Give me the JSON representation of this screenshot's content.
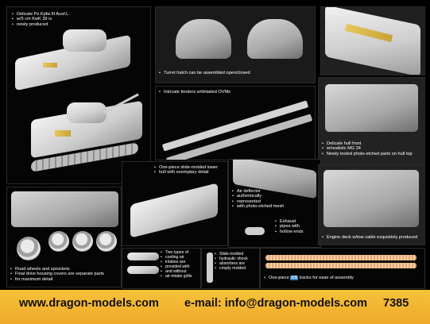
{
  "captions": {
    "delicate_lines": [
      "Delicate Pz.Kpfw.III Ausf.L",
      "w/5 cm KwK 39 is",
      "newly produced"
    ],
    "turret_hatch": "Turret hatch can be assembled open/closed",
    "fenders": "Intricate fenders w/detailed OVMs",
    "hull_front": [
      "Delicate hull front",
      "w/realistic MG 34"
    ],
    "photo_etched_hull": "Newly tooled photo-etched parts on hull top",
    "lower_hull": [
      "One-piece slide-molded lower",
      "hull with exemplary detail"
    ],
    "air_deflector": [
      "Air deflector",
      "authentically",
      "represented",
      "with photo-etched mesh"
    ],
    "exhaust": [
      "Exhaust",
      "pipes with",
      "hollow ends"
    ],
    "engine_deck": "Engine deck w/tow cable exquisitely produced",
    "road_wheels": "Road wheels and sprockets",
    "final_drive": [
      "Final drive housing covers are separate parts",
      "for maximum detail"
    ],
    "cooling_air": [
      "Two types of",
      "cooling air",
      "intakes are",
      "provided with",
      "and without",
      "air-intake grills"
    ],
    "shock_absorbers": [
      "Slide-molded",
      "hydraulic shock",
      "absorbers are",
      "crisply molded"
    ],
    "tracks": {
      "before": "One-piece",
      "badge": "DS",
      "after": "tracks for ease of assembly"
    }
  },
  "footer": {
    "website": "www.dragon-models.com",
    "email": "e-mail: info@dragon-models.com",
    "kit_number": "7385"
  }
}
